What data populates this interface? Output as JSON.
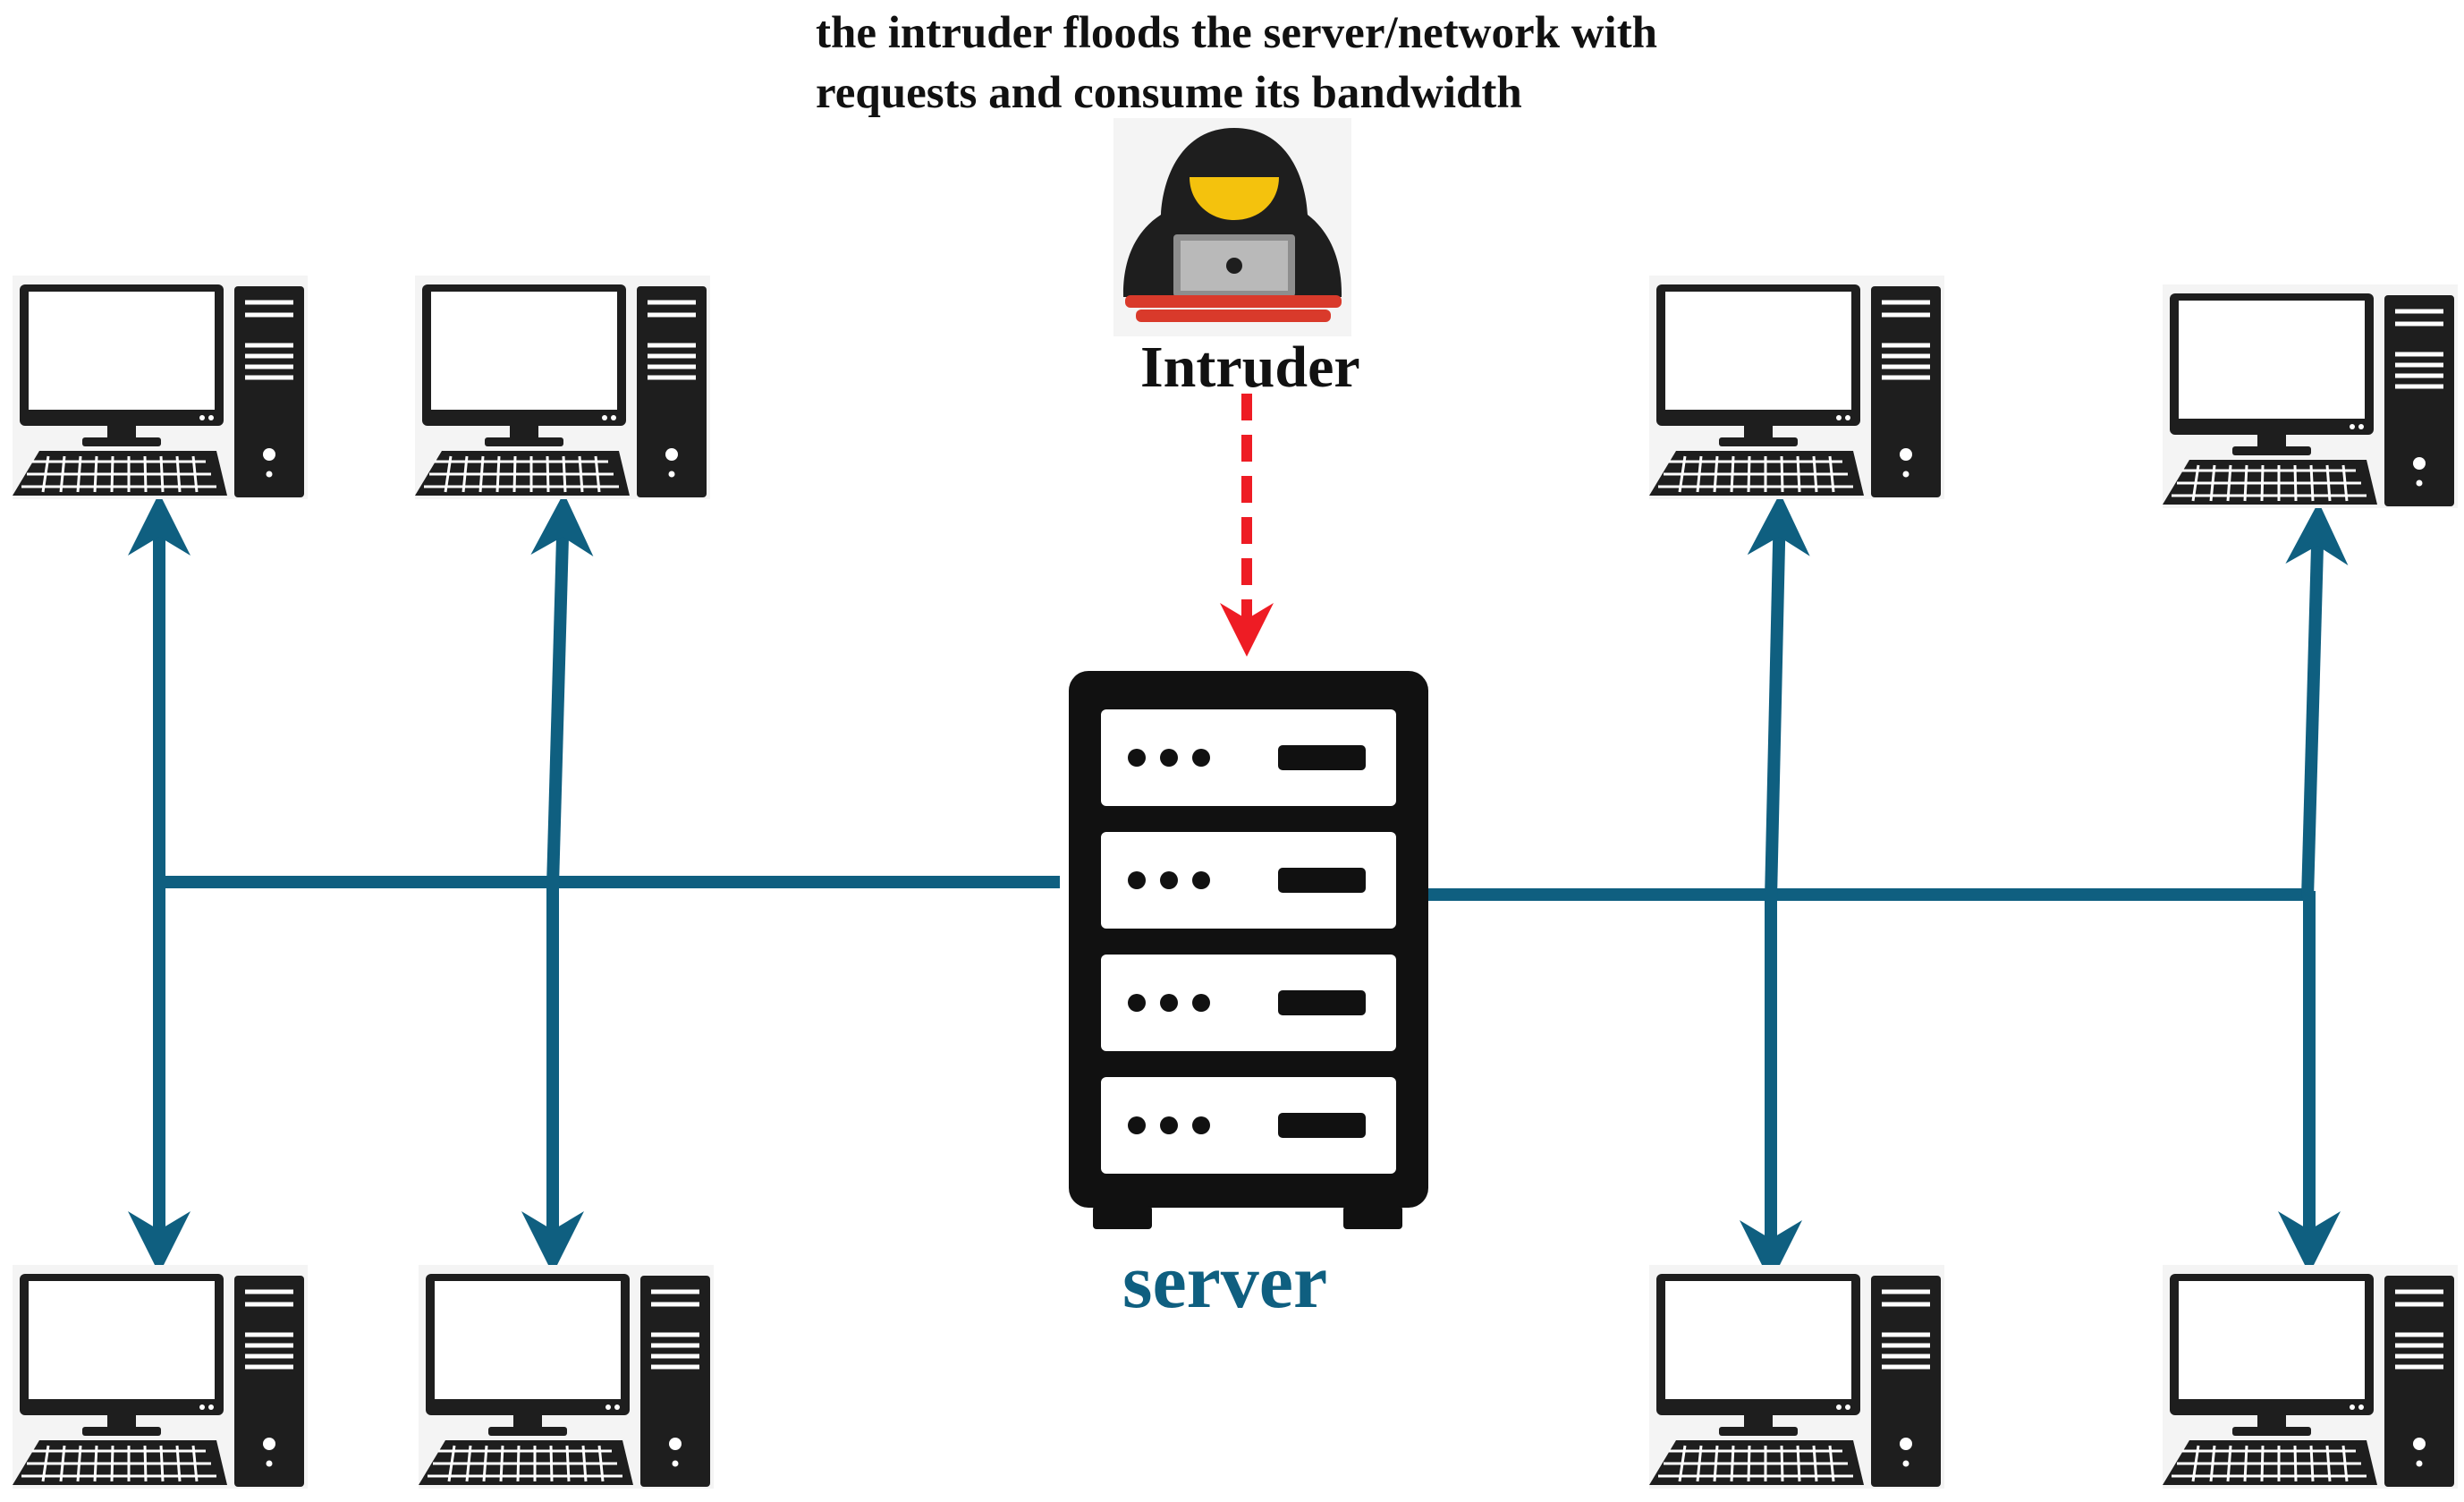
{
  "caption": {
    "line1": "the intruder floods the server/network with",
    "line2": "requests and consume its bandwidth"
  },
  "intruder": {
    "label": "Intruder",
    "icon": "hacker-icon"
  },
  "server": {
    "label": "server",
    "icon": "server-rack-icon"
  },
  "computers": [
    {
      "name": "computer-top-left-1",
      "icon": "desktop-computer-icon"
    },
    {
      "name": "computer-top-left-2",
      "icon": "desktop-computer-icon"
    },
    {
      "name": "computer-top-right-1",
      "icon": "desktop-computer-icon"
    },
    {
      "name": "computer-top-right-2",
      "icon": "desktop-computer-icon"
    },
    {
      "name": "computer-bottom-left-1",
      "icon": "desktop-computer-icon"
    },
    {
      "name": "computer-bottom-left-2",
      "icon": "desktop-computer-icon"
    },
    {
      "name": "computer-bottom-right-1",
      "icon": "desktop-computer-icon"
    },
    {
      "name": "computer-bottom-right-2",
      "icon": "desktop-computer-icon"
    }
  ],
  "colors": {
    "network_line": "#0f5f80",
    "attack_arrow": "#ee1c24",
    "server_label": "#0f5f80",
    "intruder_face": "#f4c20d",
    "intruder_desk": "#d93a2b"
  }
}
